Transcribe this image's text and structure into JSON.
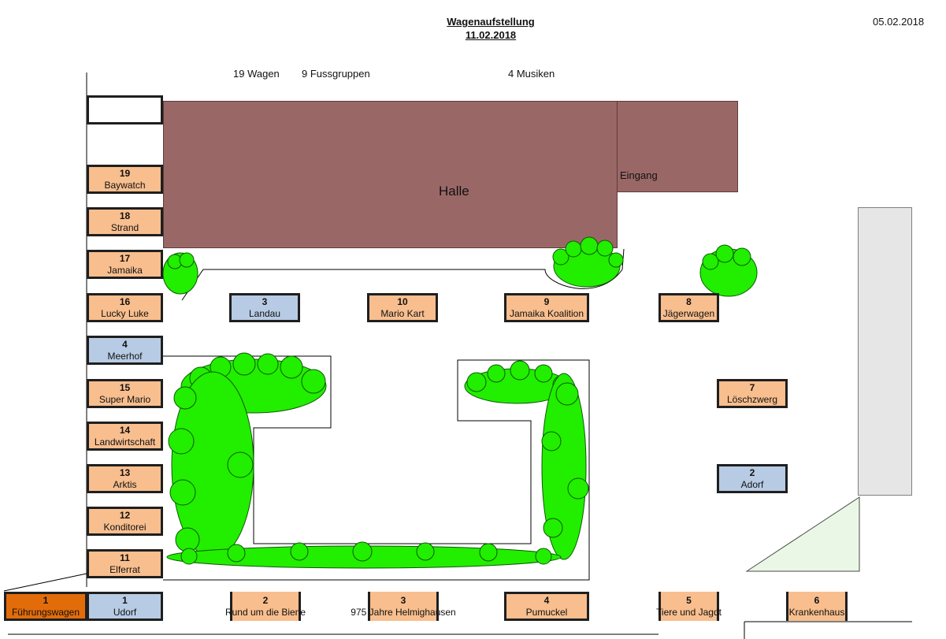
{
  "header": {
    "title": "Wagenaufstellung",
    "event_date": "11.02.2018",
    "doc_date": "05.02.2018"
  },
  "counts": {
    "wagen": "19  Wagen",
    "fussgruppen": "9 Fussgruppen",
    "musiken": "4  Musiken"
  },
  "buildings": {
    "hall": "Halle",
    "entrance": "Eingang"
  },
  "colors": {
    "hall": "#9a6767",
    "wagon": "#f8be8e",
    "music": "#b7cbe4",
    "lead": "#e36c0a",
    "trees": "#22ee00"
  },
  "left_column": [
    {
      "num": "19",
      "name": "Baywatch",
      "kind": "wagon"
    },
    {
      "num": "18",
      "name": "Strand",
      "kind": "wagon"
    },
    {
      "num": "17",
      "name": "Jamaika",
      "kind": "wagon"
    },
    {
      "num": "16",
      "name": "Lucky Luke",
      "kind": "wagon"
    },
    {
      "num": "4",
      "name": "Meerhof",
      "kind": "music"
    },
    {
      "num": "15",
      "name": "Super Mario",
      "kind": "wagon"
    },
    {
      "num": "14",
      "name": "Landwirtschaft",
      "kind": "wagon"
    },
    {
      "num": "13",
      "name": "Arktis",
      "kind": "wagon"
    },
    {
      "num": "12",
      "name": "Konditorei",
      "kind": "wagon"
    },
    {
      "num": "11",
      "name": "Elferrat",
      "kind": "wagon"
    }
  ],
  "middle_row": [
    {
      "num": "3",
      "name": "Landau",
      "kind": "music"
    },
    {
      "num": "10",
      "name": "Mario Kart",
      "kind": "wagon"
    },
    {
      "num": "9",
      "name": "Jamaika Koalition",
      "kind": "wagon"
    },
    {
      "num": "8",
      "name": "Jägerwagen",
      "kind": "wagon"
    }
  ],
  "right_column": [
    {
      "num": "7",
      "name": "Löschzwerg",
      "kind": "wagon"
    },
    {
      "num": "2",
      "name": "Adorf",
      "kind": "music"
    }
  ],
  "bottom_row": [
    {
      "num": "1",
      "name": "Führungswagen",
      "kind": "lead"
    },
    {
      "num": "1",
      "name": "Udorf",
      "kind": "music"
    },
    {
      "num": "2",
      "name": "Rund um die Biene",
      "kind": "wagon"
    },
    {
      "num": "3",
      "name": "975 Jahre Helmighausen",
      "kind": "wagon"
    },
    {
      "num": "4",
      "name": "Pumuckel",
      "kind": "wagon"
    },
    {
      "num": "5",
      "name": "Tiere und Jagdt",
      "kind": "wagon"
    },
    {
      "num": "6",
      "name": "Krankenhaus",
      "kind": "wagon"
    }
  ]
}
